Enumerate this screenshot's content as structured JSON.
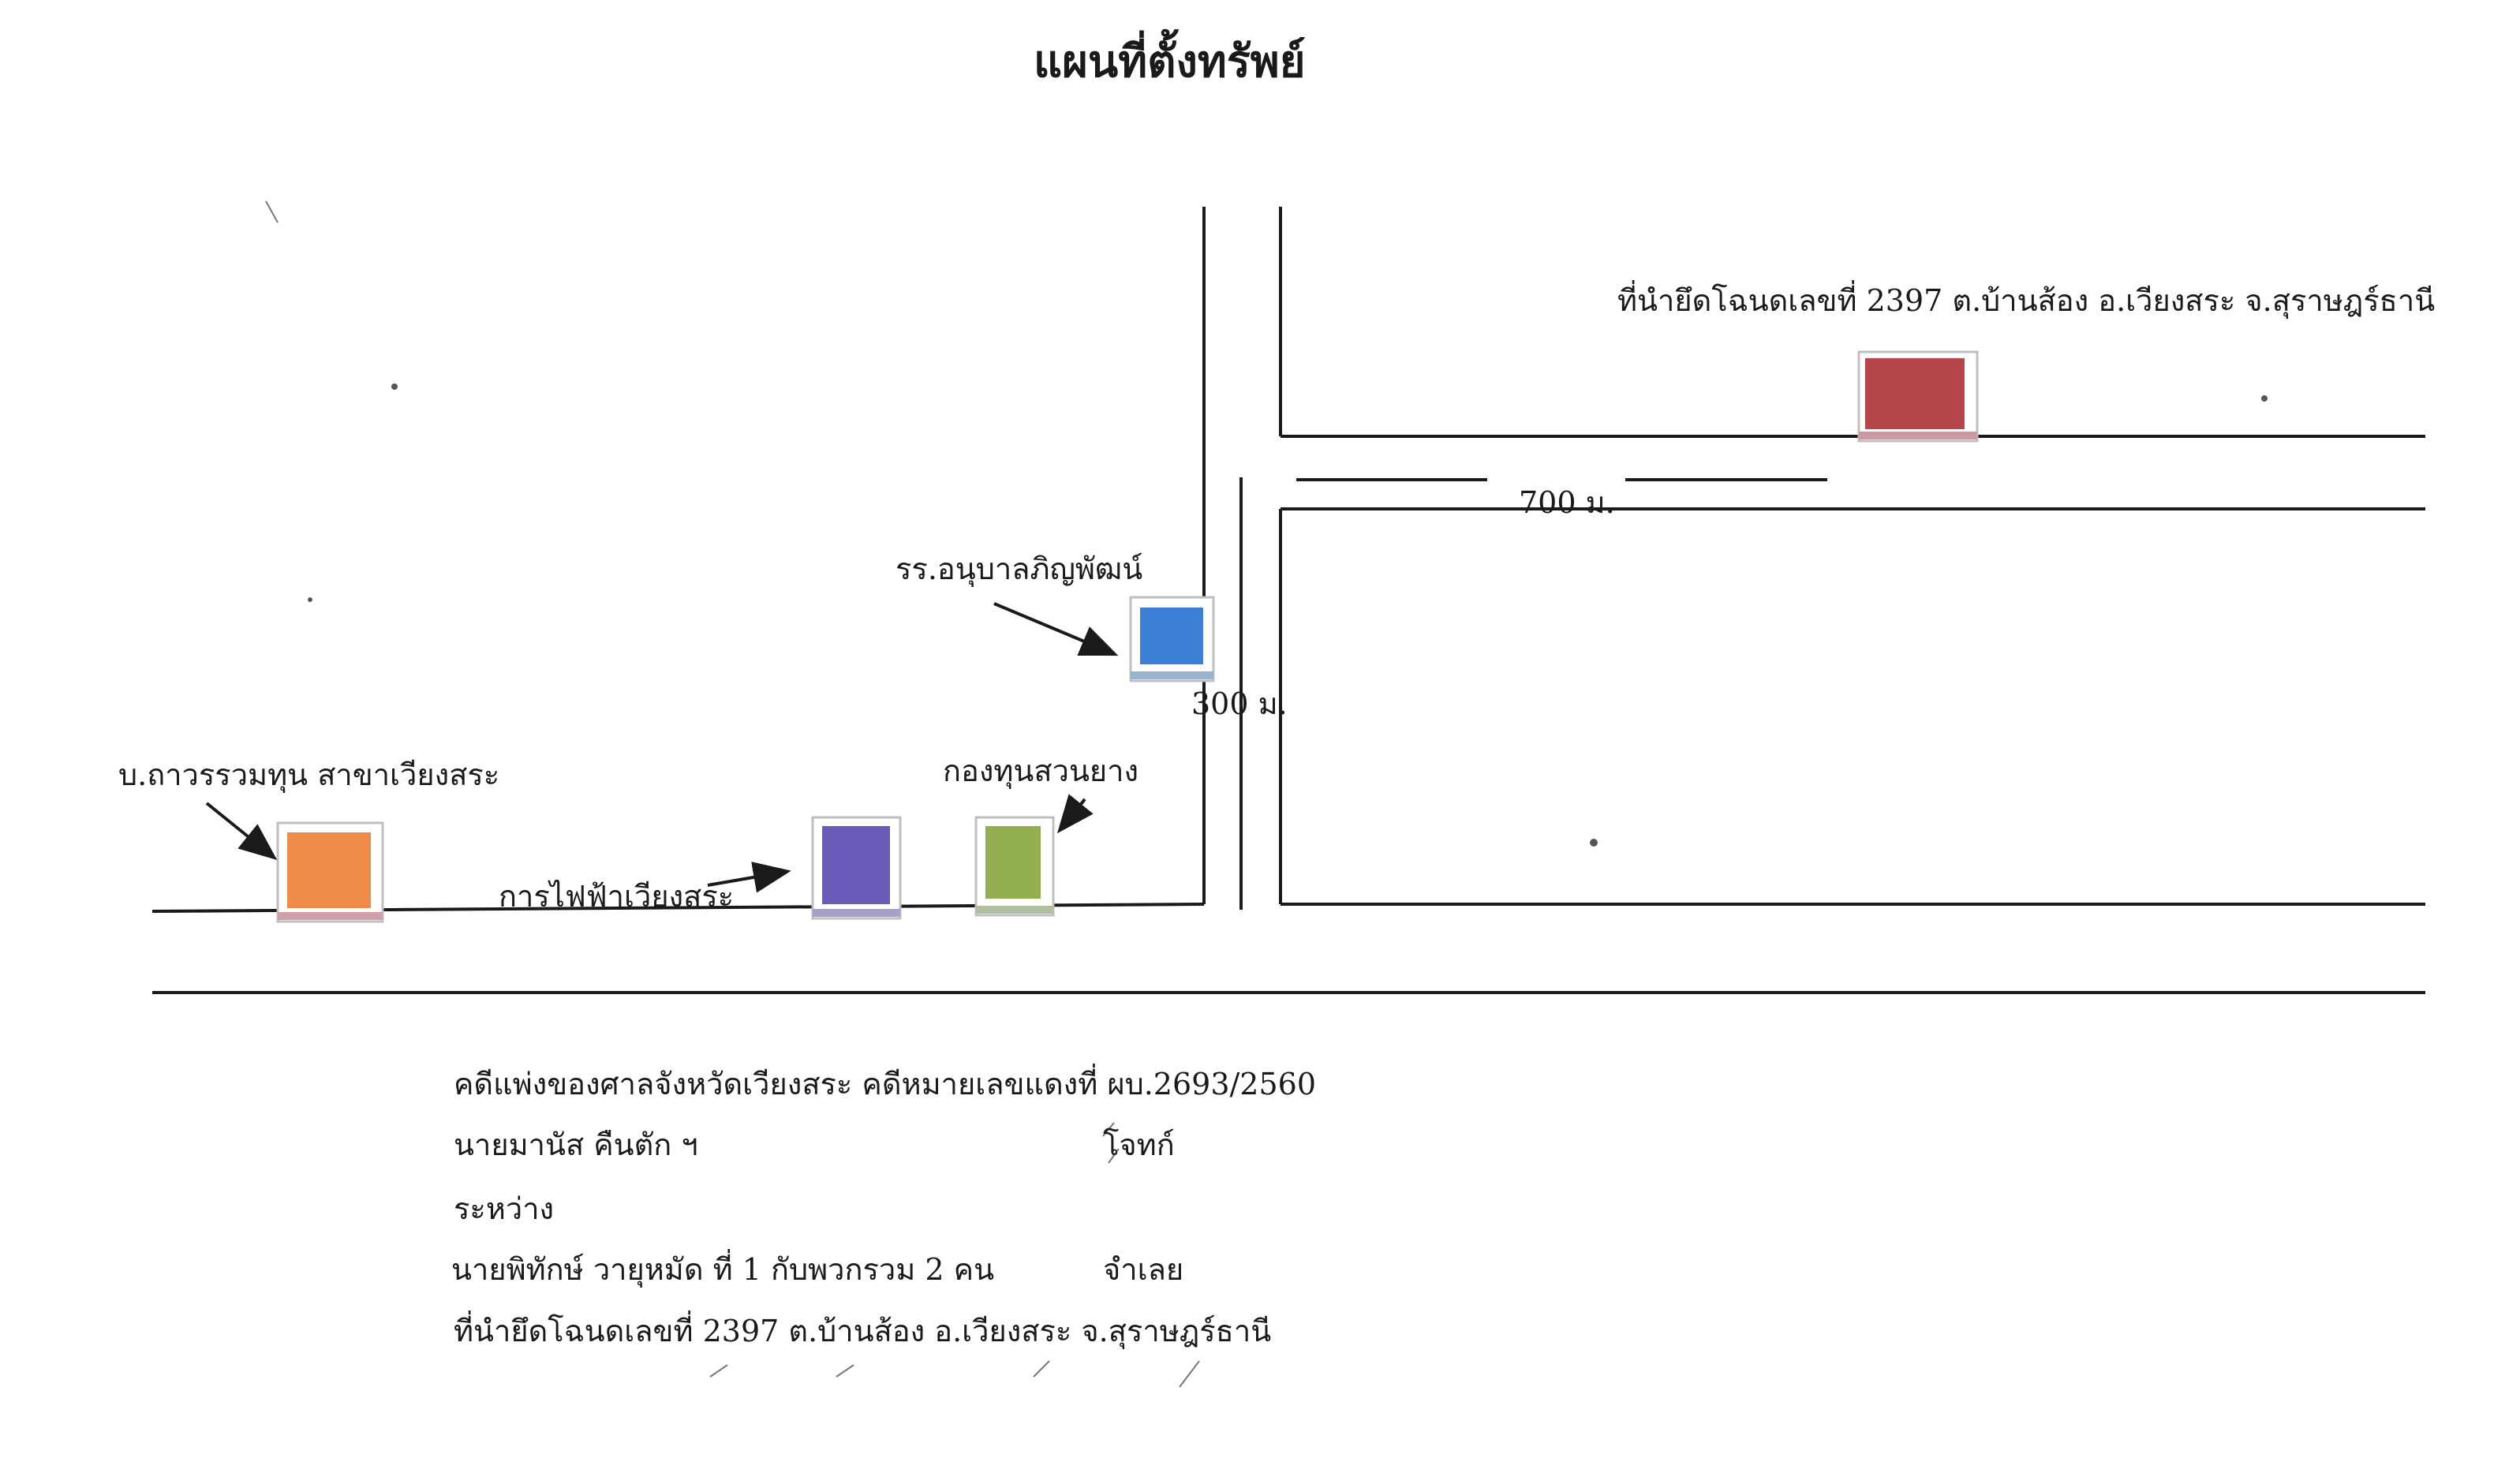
{
  "title": "แผนที่ตั้งทรัพย์",
  "labels": {
    "target_property": "ที่นำยึดโฉนดเลขที่ 2397 ต.บ้านส้อง อ.เวียงสระ จ.สุราษฎร์ธานี",
    "distance_700": "700 ม.",
    "distance_300": "300 ม.",
    "school": "รร.อนุบาลภิญพัฒน์",
    "rubber_fund": "กองทุนสวนยาง",
    "finance_company": "บ.ถาวรรวมทุน สาขาเวียงสระ",
    "electricity": "การไฟฟ้าเวียงสระ"
  },
  "info": {
    "case_line": "คดีแพ่งของศาลจังหวัดเวียงสระ คดีหมายเลขแดงที่ ผบ.2693/2560",
    "plaintiff_name": "นายมานัส คืนตัก ฯ",
    "plaintiff_role": "โจทก์",
    "between": "ระหว่าง",
    "defendant_name": "นายพิทักษ์ วายุหมัด ที่ 1 กับพวกรวม 2 คน",
    "defendant_role": "จำเลย",
    "property_line": "ที่นำยึดโฉนดเลขที่ 2397 ต.บ้านส้อง อ.เวียงสระ จ.สุราษฎร์ธานี"
  },
  "colors": {
    "target": "#b5464c",
    "school": "#3c7fd4",
    "rubber_fund": "#93ae50",
    "finance_company": "#ee8c4c",
    "electricity": "#6a5bb8",
    "road": "#1a1a1a"
  }
}
